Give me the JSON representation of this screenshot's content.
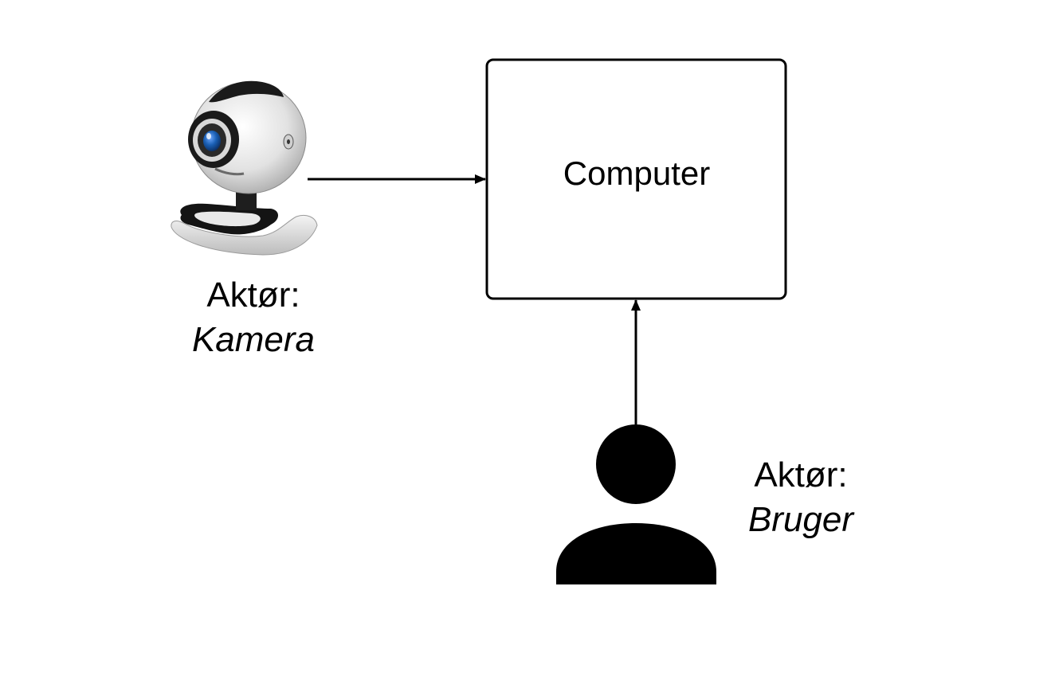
{
  "process": {
    "label": "Computer"
  },
  "actors": [
    {
      "role": "Aktør:",
      "name": "Kamera",
      "icon": "webcam-icon"
    },
    {
      "role": "Aktør:",
      "name": "Bruger",
      "icon": "user-icon"
    }
  ],
  "colors": {
    "stroke": "#000000",
    "background": "#ffffff",
    "lens": "#1a5fb4"
  }
}
